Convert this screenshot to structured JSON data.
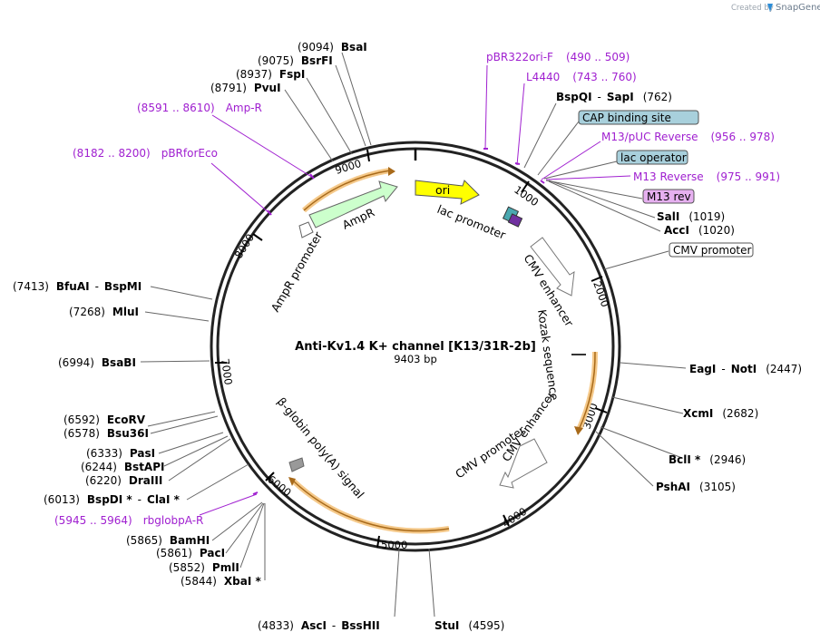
{
  "brand": {
    "created_by": "Created by",
    "name": "SnapGene"
  },
  "plasmid": {
    "name": "Anti-Kv1.4 K+ channel [K13/31R-2b]",
    "length": "9403 bp"
  },
  "ticks": [
    "1000",
    "2000",
    "3000",
    "4000",
    "5000",
    "6000",
    "7000",
    "8000",
    "9000"
  ],
  "enzymes": [
    {
      "id": "bsai",
      "pos": "(9094)",
      "name": "BsaI"
    },
    {
      "id": "bsrfi",
      "pos": "(9075)",
      "name": "BsrFI"
    },
    {
      "id": "fspi",
      "pos": "(8937)",
      "name": "FspI"
    },
    {
      "id": "pvui",
      "pos": "(8791)",
      "name": "PvuI"
    },
    {
      "id": "bfuai",
      "pos": "(7413)",
      "name": "BfuAI",
      "sep": "-",
      "name2": "BspMI"
    },
    {
      "id": "mlui",
      "pos": "(7268)",
      "name": "MluI"
    },
    {
      "id": "bsabi",
      "pos": "(6994)",
      "name": "BsaBI"
    },
    {
      "id": "ecorv",
      "pos": "(6592)",
      "name": "EcoRV"
    },
    {
      "id": "bsu36i",
      "pos": "(6578)",
      "name": "Bsu36I"
    },
    {
      "id": "pasi",
      "pos": "(6333)",
      "name": "PasI"
    },
    {
      "id": "bstapi",
      "pos": "(6244)",
      "name": "BstAPI"
    },
    {
      "id": "draiii",
      "pos": "(6220)",
      "name": "DraIII"
    },
    {
      "id": "bspdi",
      "pos": "(6013)",
      "name": "BspDI *",
      "sep": "-",
      "name2": "ClaI *"
    },
    {
      "id": "bamhi",
      "pos": "(5865)",
      "name": "BamHI"
    },
    {
      "id": "paci",
      "pos": "(5861)",
      "name": "PacI"
    },
    {
      "id": "pmli",
      "pos": "(5852)",
      "name": "PmlI"
    },
    {
      "id": "xbai",
      "pos": "(5844)",
      "name": "XbaI *"
    },
    {
      "id": "asci",
      "pos": "(4833)",
      "name": "AscI",
      "sep": "-",
      "name2": "BssHII"
    },
    {
      "id": "stui",
      "name": "StuI",
      "pos": "(4595)"
    },
    {
      "id": "pshai",
      "name": "PshAI",
      "pos": "(3105)"
    },
    {
      "id": "bcli",
      "name": "BclI *",
      "pos": "(2946)"
    },
    {
      "id": "xcmi",
      "name": "XcmI",
      "pos": "(2682)"
    },
    {
      "id": "eagi",
      "name": "EagI",
      "sep": "-",
      "name2": "NotI",
      "pos": "(2447)"
    },
    {
      "id": "acci",
      "name": "AccI",
      "pos": "(1020)"
    },
    {
      "id": "sali",
      "name": "SalI",
      "pos": "(1019)"
    },
    {
      "id": "bspqi",
      "name": "BspQI",
      "sep": "-",
      "name2": "SapI",
      "pos": "(762)"
    }
  ],
  "primers": [
    {
      "id": "pbr322ori",
      "name": "pBR322ori-F",
      "range": "(490 .. 509)"
    },
    {
      "id": "l4440",
      "name": "L4440",
      "range": "(743 .. 760)"
    },
    {
      "id": "m13puc",
      "name": "M13/pUC Reverse",
      "range": "(956 .. 978)"
    },
    {
      "id": "m13rev",
      "name": "M13 Reverse",
      "range": "(975 .. 991)"
    },
    {
      "id": "ampr",
      "range": "(8591 .. 8610)",
      "name": "Amp-R"
    },
    {
      "id": "pbrforeco",
      "range": "(8182 .. 8200)",
      "name": "pBRforEco"
    },
    {
      "id": "rbglobpa",
      "range": "(5945 .. 5964)",
      "name": "rbglobpA-R"
    }
  ],
  "boxed_features": [
    {
      "id": "cap",
      "label": "CAP binding site",
      "color": "#a8d0dc"
    },
    {
      "id": "lacop",
      "label": "lac operator",
      "color": "#a8d0dc"
    },
    {
      "id": "m13revbox",
      "label": "M13 rev",
      "color": "#e6b0f0"
    },
    {
      "id": "cmvbox",
      "label": "CMV promoter",
      "color": "#ffffff"
    }
  ],
  "features": {
    "ori": "ori",
    "lac_promoter": "lac promoter",
    "cmv_enhancer_1": "CMV enhancer",
    "kozak": "Kozak sequence",
    "cmv_enhancer_2": "CMV enhancer",
    "cmv_promoter": "CMV promoter",
    "beta_globin": "β-globin poly(A) signal",
    "ampr": "AmpR",
    "ampr_promoter": "AmpR promoter"
  },
  "colors": {
    "ori": "#ffff00",
    "ampr": "#ccffcc",
    "orf_highlight": "#f5c98a",
    "orf_arrow": "#a86a1a",
    "primer": "#a020d0",
    "backbone": "#222222"
  }
}
